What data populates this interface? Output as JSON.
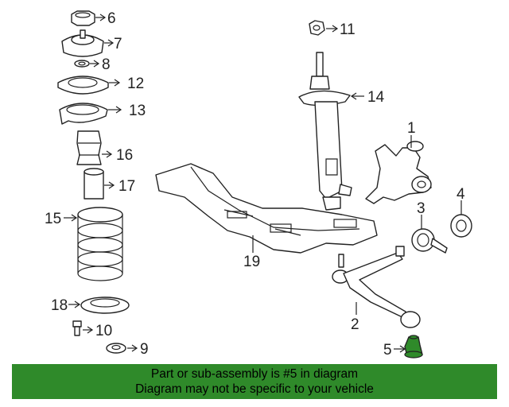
{
  "callouts": {
    "c1": "1",
    "c2": "2",
    "c3": "3",
    "c4": "4",
    "c5": "5",
    "c6": "6",
    "c7": "7",
    "c8": "8",
    "c9": "9",
    "c10": "10",
    "c11": "11",
    "c12": "12",
    "c13": "13",
    "c14": "14",
    "c15": "15",
    "c16": "16",
    "c17": "17",
    "c18": "18",
    "c19": "19"
  },
  "banner": {
    "line1": "Part or sub-assembly is #5 in diagram",
    "line2": "Diagram may not be specific to your vehicle"
  },
  "colors": {
    "banner_background": "#2f8a2a",
    "highlight_part": "#2f8a2a",
    "line_art": "#222222"
  }
}
